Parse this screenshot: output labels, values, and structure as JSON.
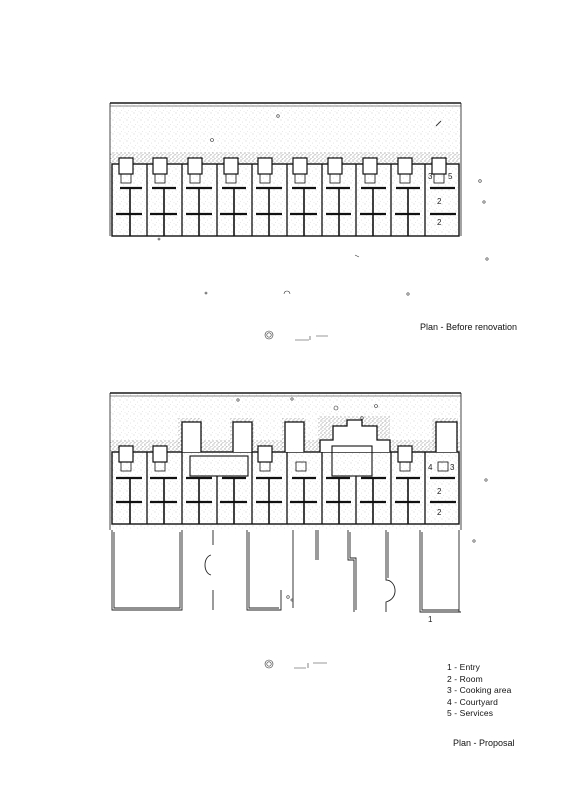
{
  "plan_before": {
    "caption": "Plan - Before renovation",
    "room_numbers": [
      "3",
      "5",
      "2",
      "2"
    ]
  },
  "plan_proposal": {
    "caption": "Plan - Proposal",
    "room_numbers": [
      "4",
      "3",
      "2",
      "2",
      "1"
    ]
  },
  "legend": {
    "items": [
      "1 - Entry",
      "2 - Room",
      "3 - Cooking area",
      "4 - Courtyard",
      "5 - Services"
    ]
  },
  "colors": {
    "line": "#1a1a1a",
    "stipple": "#555555",
    "background": "#ffffff"
  }
}
